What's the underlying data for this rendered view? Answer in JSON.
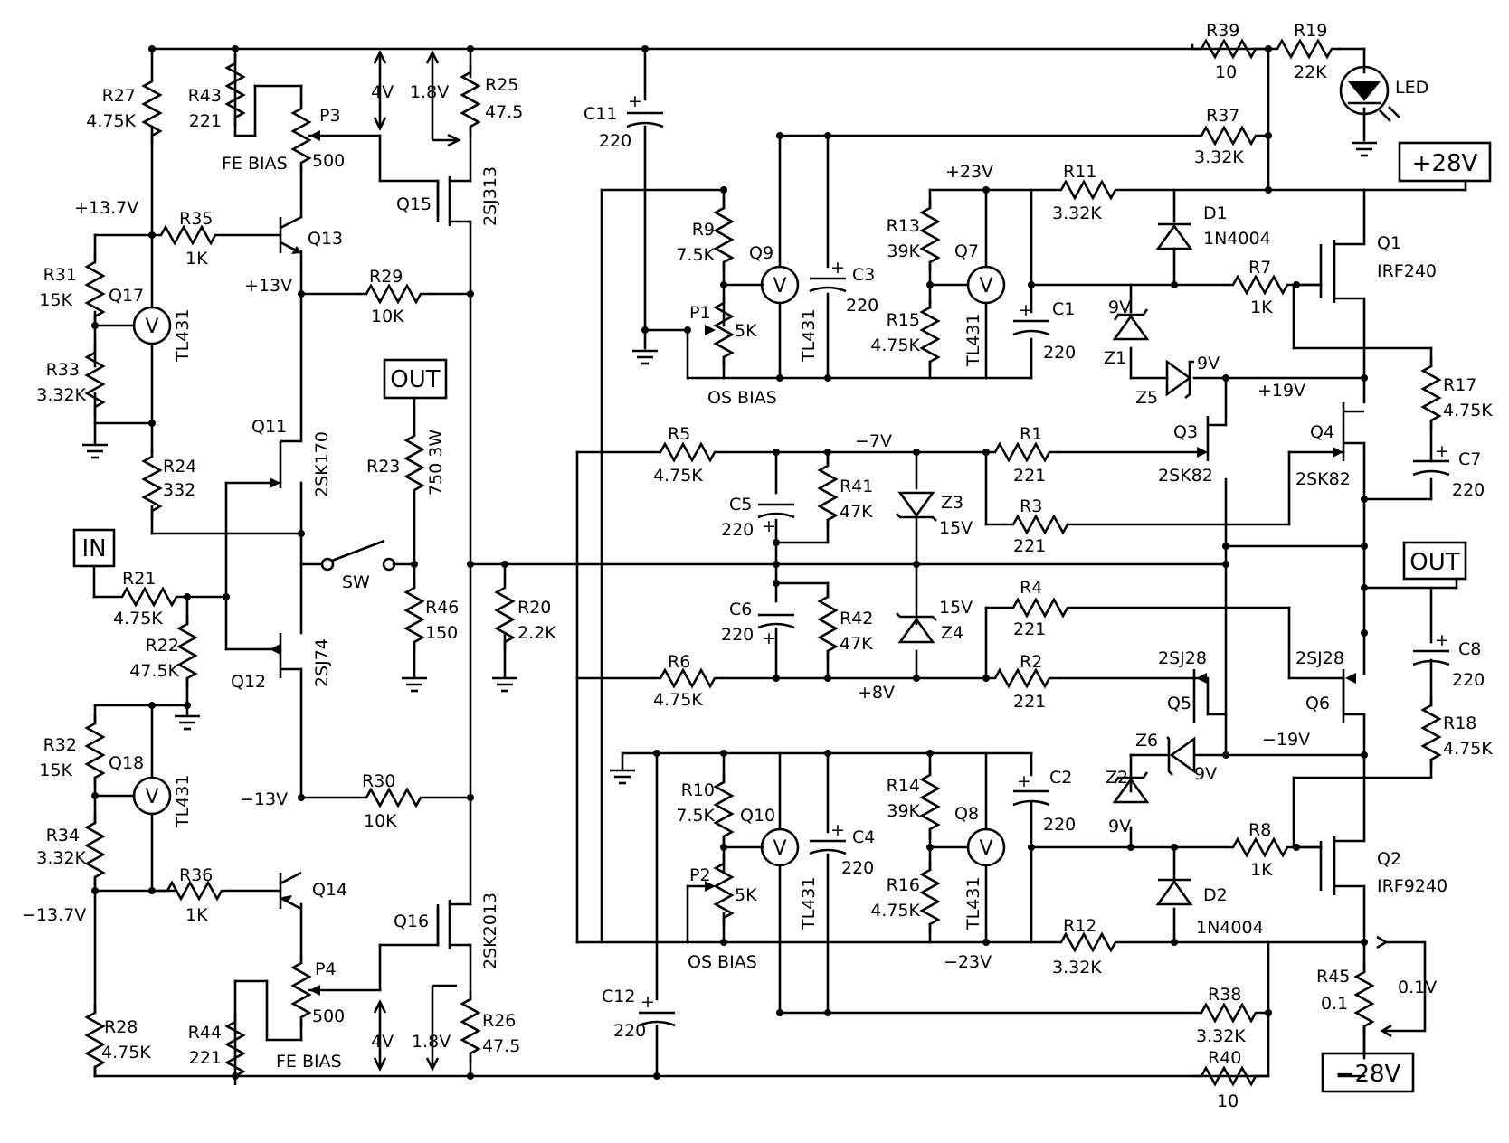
{
  "meta": {
    "width": 1668,
    "height": 1264
  },
  "terminals": {
    "in": "IN",
    "out_left": "OUT",
    "out_right": "OUT",
    "plus_rail": "+28V",
    "minus_rail": "−28V"
  },
  "labels": {
    "R27": "R27",
    "R27_val": "4.75K",
    "R43": "R43",
    "R43_val": "221",
    "P3": "P3",
    "P3_val": "500",
    "fe_bias_top": "FE BIAS",
    "v4_top": "4V",
    "v18_top": "1.8V",
    "R25": "R25",
    "R25_val": "47.5",
    "Q15": "Q15",
    "Q15_type": "2SJ313",
    "v137": "+13.7V",
    "R35": "R35",
    "R35_val": "1K",
    "Q13": "Q13",
    "R31": "R31",
    "R31_val": "15K",
    "Q17": "Q17",
    "Q17_type": "TL431",
    "v13": "+13V",
    "R29": "R29",
    "R29_val": "10K",
    "R33": "R33",
    "R33_val": "3.32K",
    "Q11": "Q11",
    "Q11_type": "2SK170",
    "R24": "R24",
    "R24_val": "332",
    "R23": "R23",
    "R23_val": "750 3W",
    "sw": "SW",
    "R21": "R21",
    "R21_val": "4.75K",
    "R46": "R46",
    "R46_val": "150",
    "R20": "R20",
    "R20_val": "2.2K",
    "R22": "R22",
    "R22_val": "47.5K",
    "Q12": "Q12",
    "Q12_type": "2SJ74",
    "R32": "R32",
    "R32_val": "15K",
    "Q18": "Q18",
    "Q18_type": "TL431",
    "vm13": "−13V",
    "R30": "R30",
    "R30_val": "10K",
    "R34": "R34",
    "R34_val": "3.32K",
    "R36": "R36",
    "R36_val": "1K",
    "Q14": "Q14",
    "vm137": "−13.7V",
    "Q16": "Q16",
    "Q16_type": "2SK2013",
    "P4": "P4",
    "P4_val": "500",
    "R28": "R28",
    "R28_val": "4.75K",
    "R44": "R44",
    "R44_val": "221",
    "fe_bias_bot": "FE BIAS",
    "v4_bot": "4V",
    "v18_bot": "1.8V",
    "R26": "R26",
    "R26_val": "47.5",
    "C11": "C11",
    "C11_val": "220",
    "R39": "R39",
    "R39_val": "10",
    "R19": "R19",
    "R19_val": "22K",
    "led": "LED",
    "R37": "R37",
    "R37_val": "3.32K",
    "v23": "+23V",
    "R11": "R11",
    "R11_val": "3.32K",
    "D1": "D1",
    "D1_type": "1N4004",
    "Q1": "Q1",
    "Q1_type": "IRF240",
    "R9": "R9",
    "R9_val": "7.5K",
    "Q9": "Q9",
    "Q9_type": "TL431",
    "C3": "C3",
    "C3_val": "220",
    "R13": "R13",
    "R13_val": "39K",
    "Q7": "Q7",
    "Q7_type": "TL431",
    "C1": "C1",
    "C1_val": "220",
    "R7": "R7",
    "R7_val": "1K",
    "P1": "P1",
    "P1_val": "5K",
    "R15": "R15",
    "R15_val": "4.75K",
    "Z1": "Z1",
    "Z1_val": "9V",
    "Z5": "Z5",
    "Z5_val": "9V",
    "os_bias_top": "OS BIAS",
    "v19": "+19V",
    "R17": "R17",
    "R17_val": "4.75K",
    "R5": "R5",
    "R5_val": "4.75K",
    "vm7": "−7V",
    "R1": "R1",
    "R1_val": "221",
    "Q3": "Q3",
    "Q3_type": "2SK82",
    "Q4": "Q4",
    "Q4_type": "2SK82",
    "C7": "C7",
    "C7_val": "220",
    "C5": "C5",
    "C5_val": "220",
    "R41": "R41",
    "R41_val": "47K",
    "Z3": "Z3",
    "Z3_val": "15V",
    "R3": "R3",
    "R3_val": "221",
    "C6": "C6",
    "C6_val": "220",
    "R42": "R42",
    "R42_val": "47K",
    "Z4": "Z4",
    "Z4_val": "15V",
    "R4": "R4",
    "R4_val": "221",
    "C8": "C8",
    "C8_val": "220",
    "R6": "R6",
    "R6_val": "4.75K",
    "v8": "+8V",
    "R2": "R2",
    "R2_val": "221",
    "Q5": "Q5",
    "Q5_type": "2SJ28",
    "Q6": "Q6",
    "Q6_type": "2SJ28",
    "R18": "R18",
    "R18_val": "4.75K",
    "vm19": "−19V",
    "Z6": "Z6",
    "Z6_val": "9V",
    "Z2": "Z2",
    "Z2_val": "9V",
    "R10": "R10",
    "R10_val": "7.5K",
    "Q10": "Q10",
    "Q10_type": "TL431",
    "C4": "C4",
    "C4_val": "220",
    "R14": "R14",
    "R14_val": "39K",
    "Q8": "Q8",
    "Q8_type": "TL431",
    "C2": "C2",
    "C2_val": "220",
    "R8": "R8",
    "R8_val": "1K",
    "Q2": "Q2",
    "Q2_type": "IRF9240",
    "P2": "P2",
    "P2_val": "5K",
    "R16": "R16",
    "R16_val": "4.75K",
    "D2": "D2",
    "D2_type": "1N4004",
    "os_bias_bot": "OS BIAS",
    "vm23": "−23V",
    "R12": "R12",
    "R12_val": "3.32K",
    "R45": "R45",
    "R45_val": "0.1",
    "v01": "0.1V",
    "C12": "C12",
    "C12_val": "220",
    "R38": "R38",
    "R38_val": "3.32K",
    "R40": "R40",
    "R40_val": "10",
    "meter": "V"
  }
}
